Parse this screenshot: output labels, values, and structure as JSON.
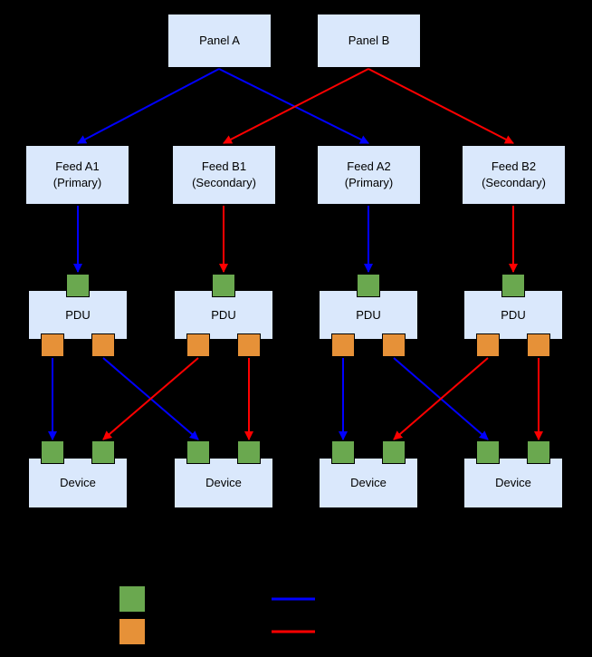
{
  "nodes": {
    "panels": [
      {
        "label": "Panel A"
      },
      {
        "label": "Panel B"
      }
    ],
    "feeds": [
      {
        "name": "Feed A1",
        "role": "(Primary)"
      },
      {
        "name": "Feed B1",
        "role": "(Secondary)"
      },
      {
        "name": "Feed A2",
        "role": "(Primary)"
      },
      {
        "name": "Feed B2",
        "role": "(Secondary)"
      }
    ],
    "pdus": [
      {
        "label": "PDU"
      },
      {
        "label": "PDU"
      },
      {
        "label": "PDU"
      },
      {
        "label": "PDU"
      }
    ],
    "devices": [
      {
        "label": "Device"
      },
      {
        "label": "Device"
      },
      {
        "label": "Device"
      },
      {
        "label": "Device"
      }
    ]
  },
  "colors": {
    "background": "#000000",
    "node_fill": "#dae8fc",
    "node_text": "#000000",
    "input_port": "#6aa84f",
    "output_port": "#e69138",
    "primary_line": "#0000ff",
    "secondary_line": "#ff0000"
  }
}
